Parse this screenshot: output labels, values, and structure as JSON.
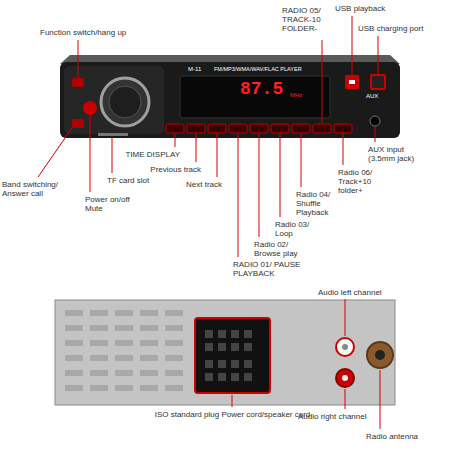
{
  "diagram": {
    "labels": [
      "Function switch/hang up",
      "RADIO 05/ TRACK-10 FOLDER-",
      "USB playback",
      "USB charging port",
      "M-11",
      "FM/MP3/WMA/WAV/FLAC PLAYER",
      "87.5",
      "MHz",
      "AUX",
      "Band switching/ Answer call",
      "TF card slot",
      "Power on/off Mute",
      "TIME DISPLAY",
      "Previous track",
      "Next track",
      "Radio 02/ Browse play",
      "Radio 03/ Loop",
      "Radio 04/ Shuffle Playback",
      "Radio 06/ Track+10 folder+",
      "AUX input (3.5mm jack)",
      "RADIO 01/ PAUSE PLAYBACK",
      "Audio left channel",
      "ISO standard plug Power cord/speaker cord",
      "Audio right channel",
      "Radio antenna"
    ]
  }
}
